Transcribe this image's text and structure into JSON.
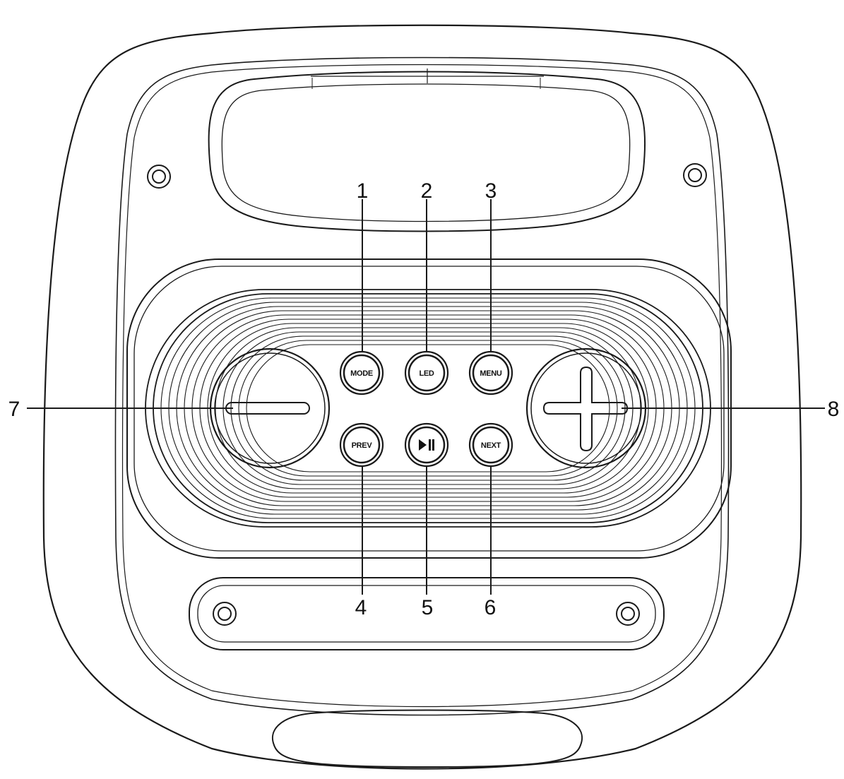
{
  "buttons": {
    "mode": "MODE",
    "led": "LED",
    "menu": "MENU",
    "prev": "PREV",
    "next": "NEXT"
  },
  "callouts": {
    "c1": "1",
    "c2": "2",
    "c3": "3",
    "c4": "4",
    "c5": "5",
    "c6": "6",
    "c7": "7",
    "c8": "8"
  },
  "icons": {
    "play_pause": "play-pause-icon",
    "minus": "minus-icon",
    "plus": "plus-icon",
    "screw": "screw-icon"
  },
  "colors": {
    "line": "#1a1a1a",
    "background": "#ffffff"
  }
}
